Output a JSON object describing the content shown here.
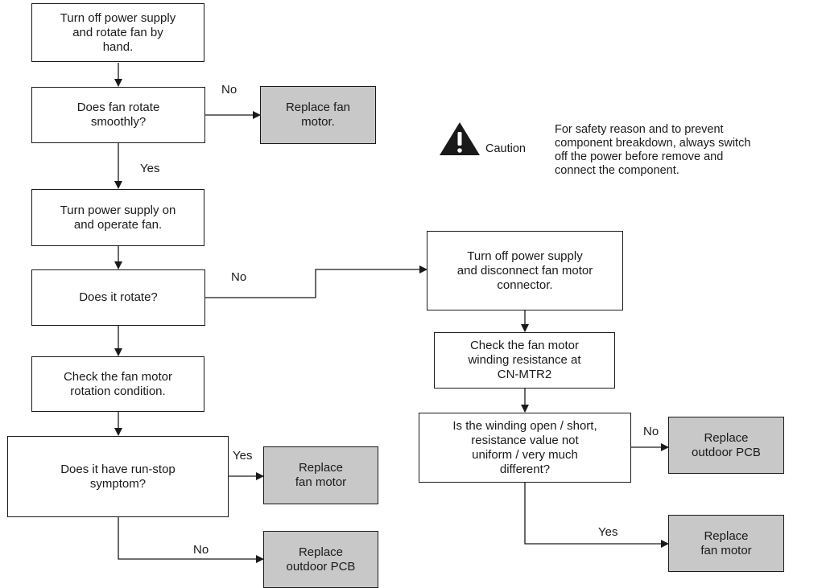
{
  "boxes": {
    "b1": "Turn off power supply\nand rotate fan by\nhand.",
    "b2": "Does fan rotate\nsmoothly?",
    "b3": "Replace fan\nmotor.",
    "b4": "Turn power supply on\nand operate fan.",
    "b5": "Does it rotate?",
    "b6": "Check the fan motor\nrotation condition.",
    "b7": "Does it have run-stop\nsymptom?",
    "b8": "Replace\nfan motor",
    "b9": "Replace\noutdoor PCB",
    "b10": "Turn off power supply\nand disconnect fan motor\nconnector.",
    "b11": "Check the fan motor\nwinding resistance at\nCN-MTR2",
    "b12": "Is the winding open / short,\nresistance value not\nuniform / very much\ndifferent?",
    "b13": "Replace\noutdoor PCB",
    "b14": "Replace\nfan motor"
  },
  "labels": {
    "no1": "No",
    "yes1": "Yes",
    "no2": "No",
    "yes2": "Yes",
    "no3": "No",
    "no4": "No",
    "yes3": "Yes"
  },
  "caution": {
    "icon": "warning-triangle-icon",
    "title": "Caution",
    "text": "For safety reason and to prevent\ncomponent breakdown, always switch\noff the power before remove and\nconnect the component."
  },
  "colors": {
    "line": "#1a1a1a",
    "action_box_fill": "#c8c8c8"
  }
}
